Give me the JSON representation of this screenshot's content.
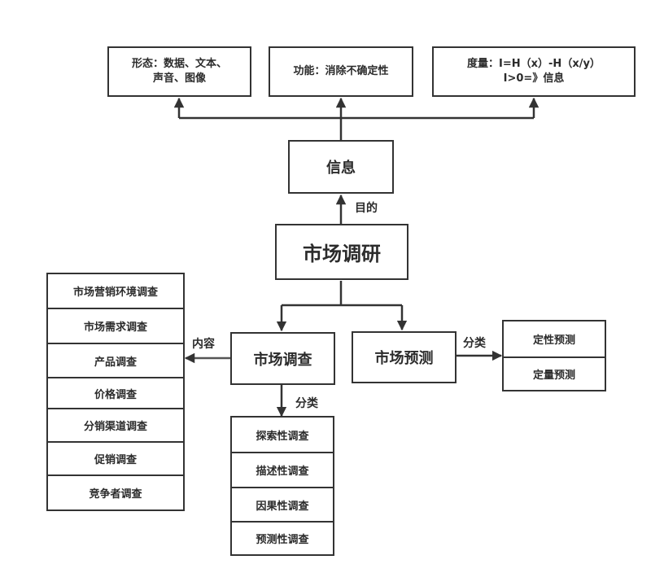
{
  "diagram": {
    "info_attributes": [
      {
        "id": "form",
        "lines": [
          "形态：数据、文本、",
          "声音、图像"
        ]
      },
      {
        "id": "function",
        "lines": [
          "功能：消除不确定性"
        ]
      },
      {
        "id": "measure",
        "lines": [
          "度量：I=H（x）-H（x/y）",
          "I>0=》信息"
        ]
      }
    ],
    "info_node": "信息",
    "purpose_label": "目的",
    "root_node": "市场调研",
    "survey_node": "市场调查",
    "forecast_node": "市场预测",
    "content_label": "内容",
    "survey_classify_label": "分类",
    "forecast_classify_label": "分类",
    "survey_contents": [
      "市场营销环境调查",
      "市场需求调查",
      "产品调查",
      "价格调查",
      "分销渠道调查",
      "促销调查",
      "竞争者调查"
    ],
    "survey_types": [
      "探索性调查",
      "描述性调查",
      "因果性调查",
      "预测性调查"
    ],
    "forecast_types": [
      "定性预测",
      "定量预测"
    ]
  }
}
